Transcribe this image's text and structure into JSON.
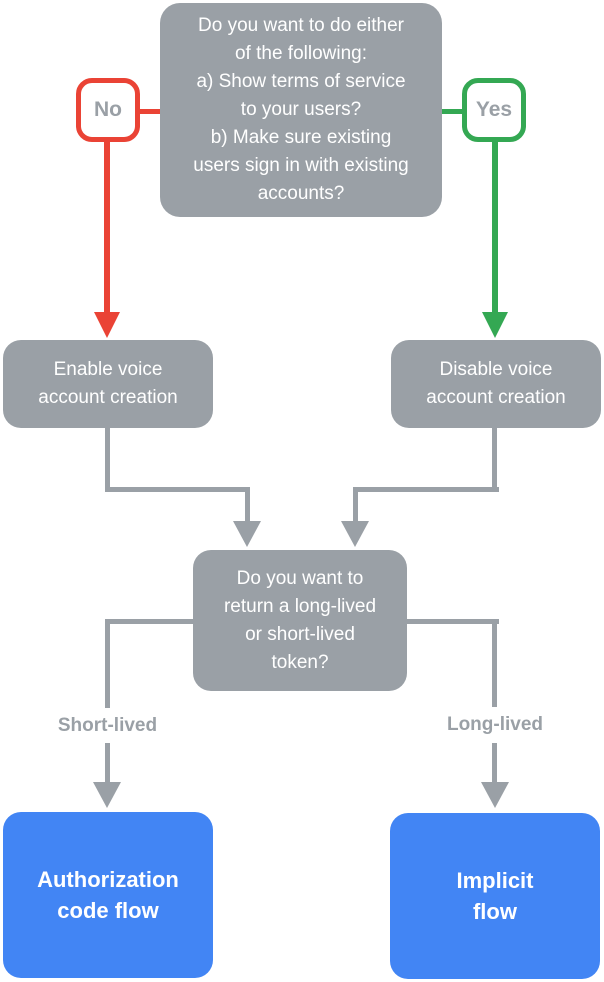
{
  "colors": {
    "node_gray": "#9AA0A6",
    "edge_gray": "#9AA0A6",
    "no_red": "#EA4335",
    "yes_green": "#34A853",
    "result_blue": "#4285F4",
    "badge_text_gray": "#9AA0A6",
    "node_text_white": "#FFFFFF"
  },
  "flowchart": {
    "question_top": "Do you want to do either\nof the following:\na) Show terms of service\nto your users?\nb) Make sure existing\nusers sign in with existing\naccounts?",
    "no_label": "No",
    "yes_label": "Yes",
    "enable_node": "Enable voice\naccount creation",
    "disable_node": "Disable voice\naccount creation",
    "question_token": "Do you want to\nreturn a long-lived\nor short-lived\ntoken?",
    "short_lived_label": "Short-lived",
    "long_lived_label": "Long-lived",
    "auth_code_node": "Authorization\ncode flow",
    "implicit_node": "Implicit\nflow"
  }
}
